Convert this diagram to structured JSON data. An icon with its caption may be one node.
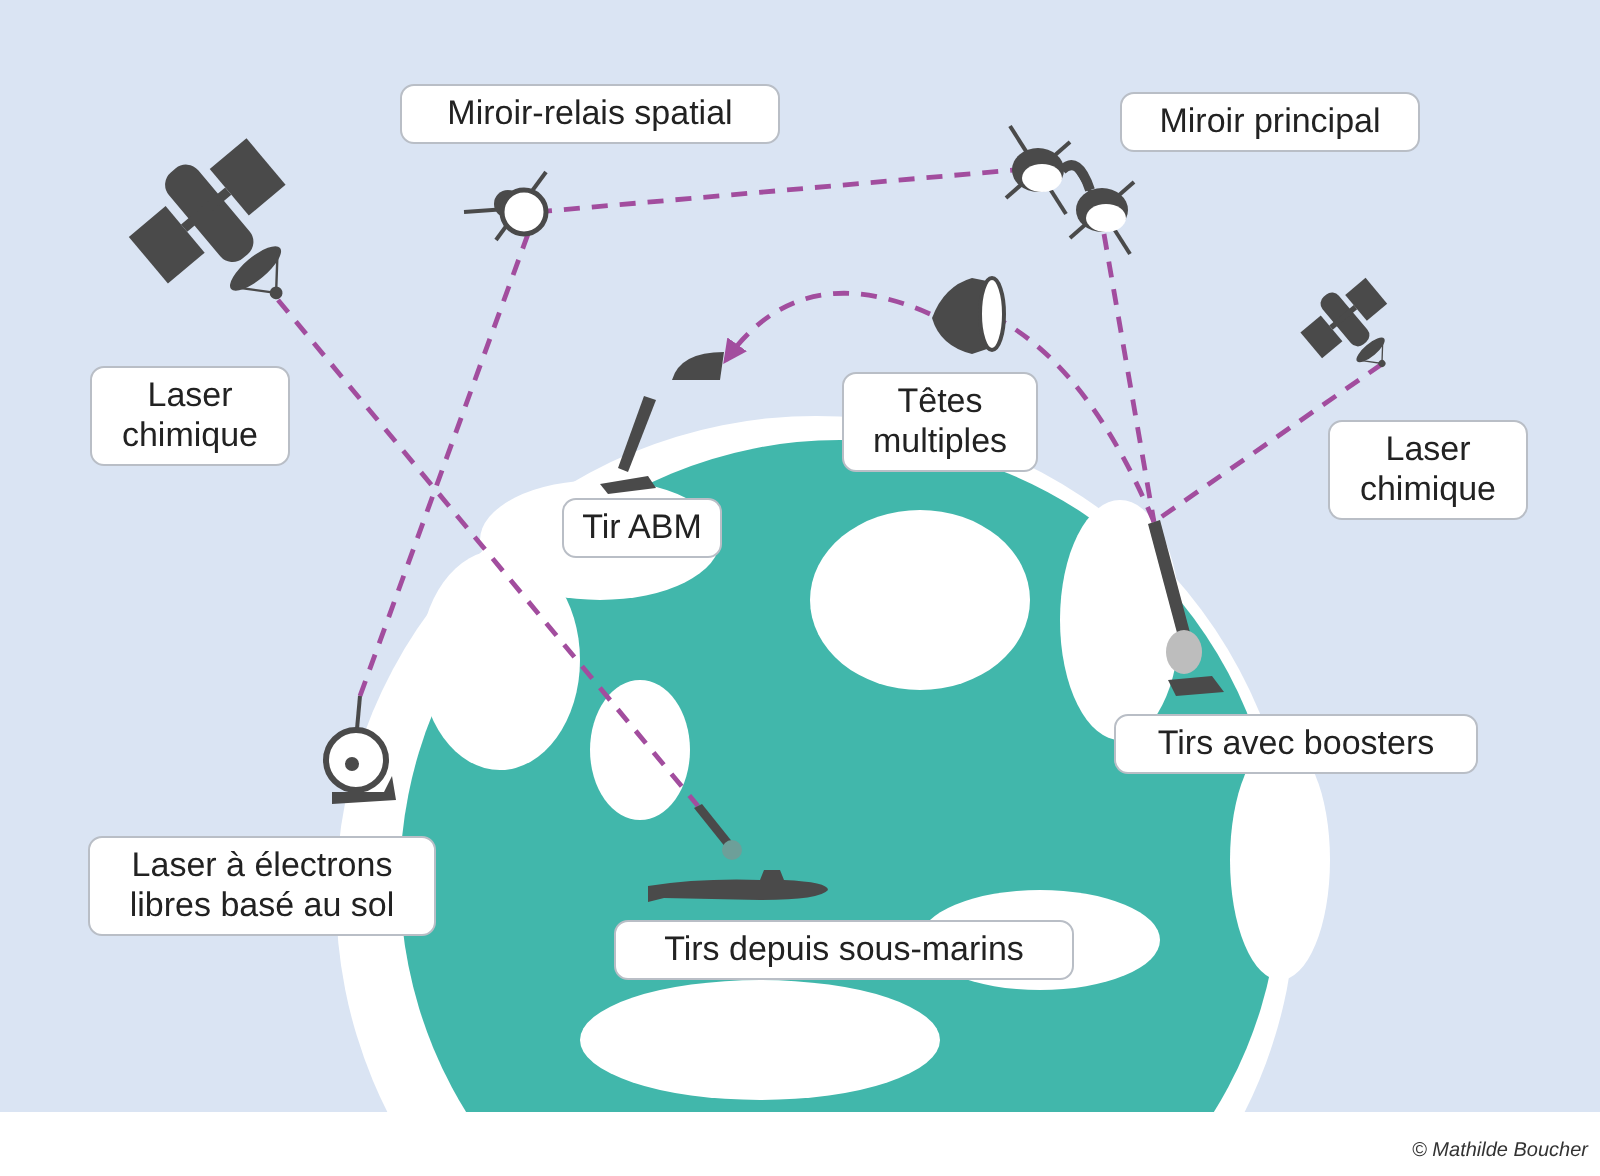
{
  "diagram": {
    "nodes": [
      {
        "text": [
          "Miroir-relais spatial"
        ]
      },
      {
        "text": [
          "Miroir principal"
        ]
      },
      {
        "text": [
          "Laser chimique"
        ]
      },
      {
        "text": [
          "Têtes multiples"
        ]
      },
      {
        "text": [
          "Laser chimique"
        ]
      },
      {
        "text": [
          "Tir ABM"
        ]
      },
      {
        "text": [
          "Tirs avec boosters"
        ]
      },
      {
        "text": [
          "Laser à électrons libres basé au sol"
        ]
      },
      {
        "text": [
          "Tirs depuis sous-marins"
        ]
      },
      {
        "text": [],
        "shape": "picture"
      },
      {
        "text": [],
        "shape": "picture"
      },
      {
        "text": [],
        "shape": "picture"
      },
      {
        "text": [],
        "shape": "picture"
      },
      {
        "text": [],
        "shape": "picture"
      },
      {
        "text": [],
        "shape": "picture"
      },
      {
        "text": [],
        "shape": "picture"
      },
      {
        "text": [],
        "shape": "picture"
      },
      {
        "text": [],
        "shape": "picture"
      }
    ],
    "edges": [
      {
        "from": 9,
        "to": 17,
        "arrow": "none",
        "style": "dashed"
      },
      {
        "from": 16,
        "to": 10,
        "arrow": "none",
        "style": "dashed"
      },
      {
        "from": 10,
        "to": 11,
        "arrow": "none",
        "style": "dashed"
      },
      {
        "from": 11,
        "to": 15,
        "arrow": "none",
        "style": "dashed"
      },
      {
        "from": 14,
        "to": 15,
        "arrow": "none",
        "style": "dashed"
      },
      {
        "from": 15,
        "to": 12,
        "arrow": "none",
        "style": "dashed"
      },
      {
        "from": 12,
        "to": 13,
        "arrow": "to",
        "style": "dashed"
      }
    ],
    "labels": [
      "© Mathilde Boucher"
    ]
  }
}
